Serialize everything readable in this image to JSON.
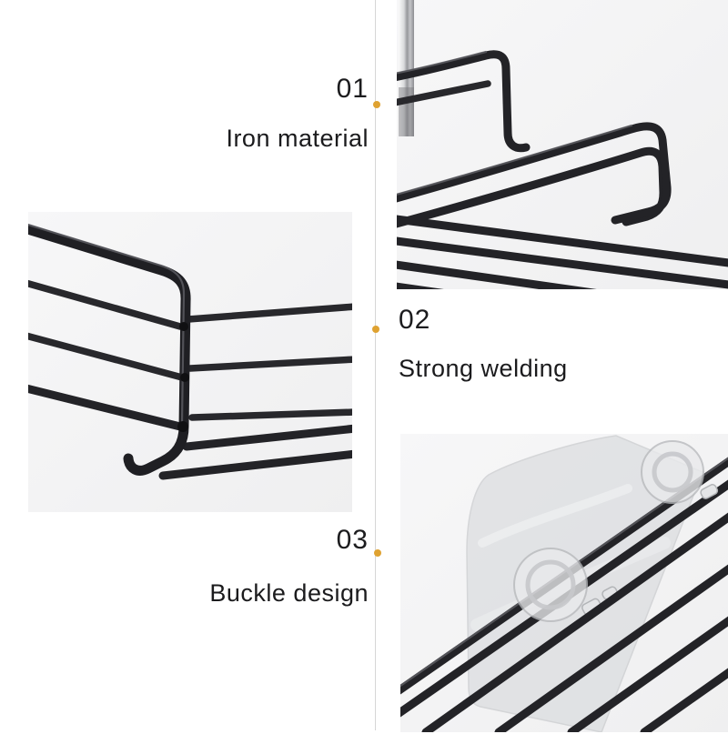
{
  "page": {
    "kind": "product-feature-infographic",
    "background": "#ffffff",
    "divider_color": "#d6d6d6",
    "accent_dot_color": "#dfa231",
    "text_color": "#1c1c1e"
  },
  "features": [
    {
      "number": "01",
      "label": "Iron material"
    },
    {
      "number": "02",
      "label": "Strong welding"
    },
    {
      "number": "03",
      "label": "Buckle design"
    }
  ],
  "photos": [
    {
      "name": "iron-material-photo",
      "subject": "black iron wire shelf corner with chrome wall bracket"
    },
    {
      "name": "strong-welding-photo",
      "subject": "welded joint at black wire rack corner"
    },
    {
      "name": "buckle-design-photo",
      "subject": "transparent adhesive buckle plate holding rack wires"
    }
  ]
}
